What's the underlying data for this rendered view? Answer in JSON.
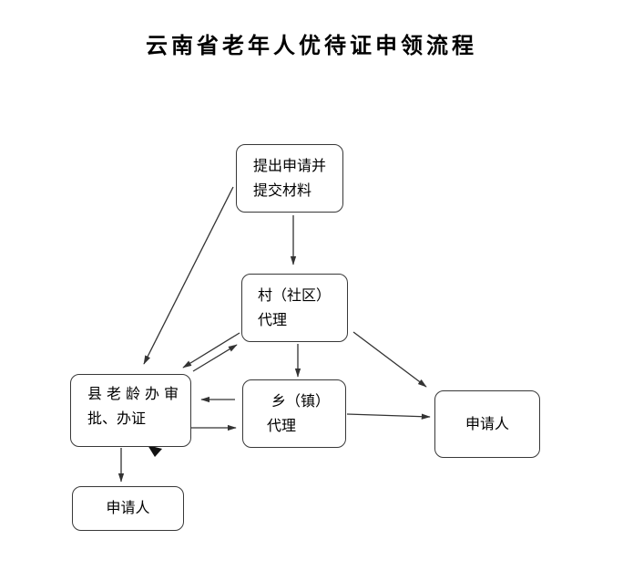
{
  "title": "云南省老年人优待证申领流程",
  "nodes": {
    "submit": {
      "line1": "提出申请并",
      "line2": "提交材料"
    },
    "village": {
      "line1": "村（社区）",
      "line2": "代理"
    },
    "county": {
      "line1": "县老龄办审",
      "line2": "批、办证"
    },
    "township": {
      "line1": "乡（镇）",
      "line2": "代理"
    },
    "applicant_right": {
      "label": "申请人"
    },
    "applicant_bottom": {
      "label": "申请人"
    }
  },
  "edges": [
    {
      "from": "submit",
      "to": "village"
    },
    {
      "from": "submit",
      "to": "county"
    },
    {
      "from": "village",
      "to": "county"
    },
    {
      "from": "county",
      "to": "village"
    },
    {
      "from": "village",
      "to": "township"
    },
    {
      "from": "village",
      "to": "applicant_right"
    },
    {
      "from": "township",
      "to": "county"
    },
    {
      "from": "county",
      "to": "township"
    },
    {
      "from": "township",
      "to": "applicant_right"
    },
    {
      "from": "county",
      "to": "applicant_bottom"
    }
  ],
  "colors": {
    "stroke": "#333333",
    "box_border": "#383838",
    "background": "#ffffff",
    "text": "#000000"
  }
}
